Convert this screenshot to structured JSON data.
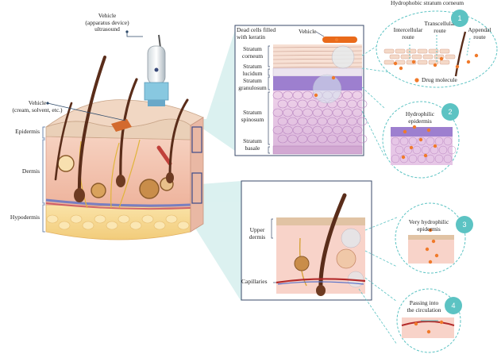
{
  "title": "Hydrophobic stratum corneum",
  "vehicle_ultrasound": "Vehicle\n(apparatus device)\nultrasound",
  "vehicle_cream": "Vehicle\n(cream, solvent, etc.)",
  "layers": {
    "epidermis": "Epidermis",
    "dermis": "Dermis",
    "hypodermis": "Hypodermis"
  },
  "epidermis_panel": {
    "dead_cells": "Dead cells filled\nwith keratin",
    "vehicle": "Vehicle",
    "corneum": "Stratum\ncorneum",
    "lucidum": "Stratum\nlucidum",
    "granulosum": "Stratum\ngranulosum",
    "spinosum": "Stratum\nspinosum",
    "basale": "Stratum\nbasale"
  },
  "dermis_panel": {
    "upper_dermis": "Upper\ndermis",
    "capillaries": "Capillaries"
  },
  "routes": {
    "intercellular": "Intercellular\nroute",
    "transcellular": "Transcellular\nroute",
    "appendal": "Appendal\nroute",
    "drug_molecule": "Drug molecule"
  },
  "steps": [
    {
      "num": "1",
      "label": ""
    },
    {
      "num": "2",
      "label": "Hydrophilic\nepidermis"
    },
    {
      "num": "3",
      "label": "Very hydrophilic\nepidermis"
    },
    {
      "num": "4",
      "label": "Passing into\nthe circulation"
    }
  ],
  "colors": {
    "teal": "#5cc3c3",
    "drug": "#f07a2a",
    "hair": "#5a2d1a",
    "skin": "#f2c6b4",
    "epidermis_top": "#e8c3a8"
  }
}
